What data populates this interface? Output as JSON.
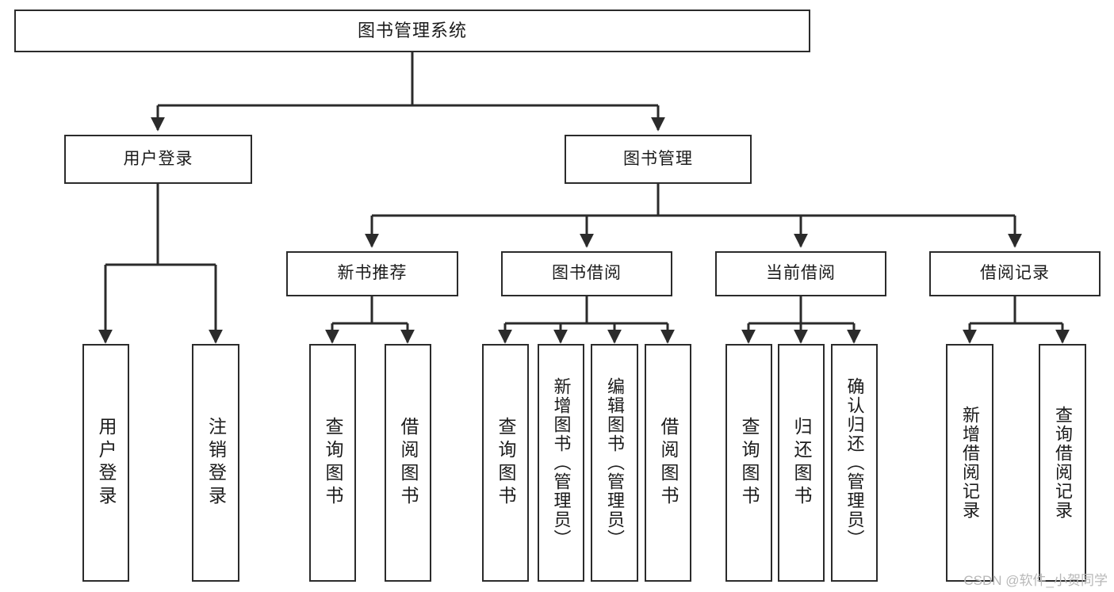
{
  "diagram": {
    "title": "图书管理系统",
    "type": "tree-hierarchy-chart",
    "watermark": "CSDN @软件_小贺同学",
    "colors": {
      "box_border": "#2b2b2b",
      "box_fill": "#ffffff",
      "edge": "#2b2b2b",
      "text": "#1b1b1b",
      "watermark": "#b8b8b8"
    },
    "nodes": {
      "root": {
        "label": "图书管理系统"
      },
      "level2": [
        {
          "label": "用户登录"
        },
        {
          "label": "图书管理"
        }
      ],
      "level3": [
        {
          "label": "新书推荐"
        },
        {
          "label": "图书借阅"
        },
        {
          "label": "当前借阅"
        },
        {
          "label": "借阅记录"
        }
      ],
      "leaves": {
        "user_login": [
          {
            "label": "用户登录"
          },
          {
            "label": "注销登录"
          }
        ],
        "new_book_recommend": [
          {
            "label": "查询图书"
          },
          {
            "label": "借阅图书"
          }
        ],
        "book_borrow": [
          {
            "label": "查询图书"
          },
          {
            "label": "新增图书（管理员）"
          },
          {
            "label": "编辑图书（管理员）"
          },
          {
            "label": "借阅图书"
          }
        ],
        "current_borrow": [
          {
            "label": "查询图书"
          },
          {
            "label": "归还图书"
          },
          {
            "label": "确认归还（管理员）"
          }
        ],
        "borrow_record": [
          {
            "label": "新增借阅记录"
          },
          {
            "label": "查询借阅记录"
          }
        ]
      }
    }
  }
}
